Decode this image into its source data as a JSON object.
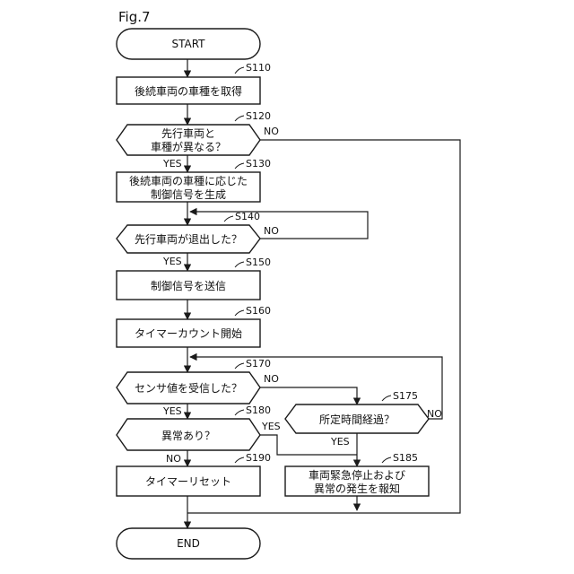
{
  "figure": {
    "label": "Fig.7"
  },
  "nodes": {
    "start": {
      "text": "START"
    },
    "s110": {
      "step": "S110",
      "text": "後続車両の車種を取得"
    },
    "s120": {
      "step": "S120",
      "line1": "先行車両と",
      "line2": "車種が異なる？",
      "no": "NO",
      "yes": "YES"
    },
    "s130": {
      "step": "S130",
      "line1": "後続車両の車種に応じた",
      "line2": "制御信号を生成"
    },
    "s140": {
      "step": "S140",
      "text": "先行車両が退出した？",
      "no": "NO",
      "yes": "YES"
    },
    "s150": {
      "step": "S150",
      "text": "制御信号を送信"
    },
    "s160": {
      "step": "S160",
      "text": "タイマーカウント開始"
    },
    "s170": {
      "step": "S170",
      "text": "センサ値を受信した？",
      "no": "NO",
      "yes": "YES"
    },
    "s175": {
      "step": "S175",
      "text": "所定時間経過？",
      "no": "NO",
      "yes": "YES"
    },
    "s180": {
      "step": "S180",
      "text": "異常あり？",
      "no": "NO",
      "yes": "YES"
    },
    "s185": {
      "step": "S185",
      "line1": "車両緊急停止および",
      "line2": "異常の発生を報知"
    },
    "s190": {
      "step": "S190",
      "text": "タイマーリセット"
    },
    "end": {
      "text": "END"
    }
  }
}
